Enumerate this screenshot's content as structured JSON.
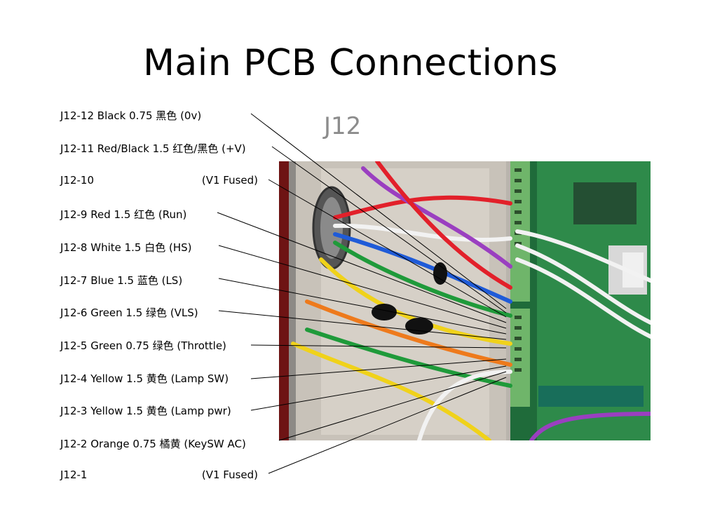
{
  "slide": {
    "title": "Main PCB Connections",
    "subtitle": "J12"
  },
  "connections": [
    {
      "text": "J12-12 Black 0.75 黑色 (0v)"
    },
    {
      "text": "J12-11 Red/Black 1.5 红色/黑色 (+V)"
    },
    {
      "pin": "J12-10",
      "note": "(V1 Fused)"
    },
    {
      "text": "J12-9 Red 1.5 红色 (Run)"
    },
    {
      "text": "J12-8 White 1.5 白色 (HS)"
    },
    {
      "text": "J12-7 Blue 1.5 蓝色 (LS)"
    },
    {
      "text": "J12-6 Green 1.5 绿色 (VLS)"
    },
    {
      "text": "J12-5 Green 0.75 绿色 (Throttle)"
    },
    {
      "text": "J12-4 Yellow 1.5 黄色 (Lamp SW)"
    },
    {
      "text": "J12-3 Yellow 1.5 黄色 (Lamp pwr)"
    },
    {
      "text": "J12-2 Orange 0.75 橘黄 (KeySW AC)"
    },
    {
      "pin": "J12-1",
      "note": "(V1 Fused)"
    }
  ]
}
